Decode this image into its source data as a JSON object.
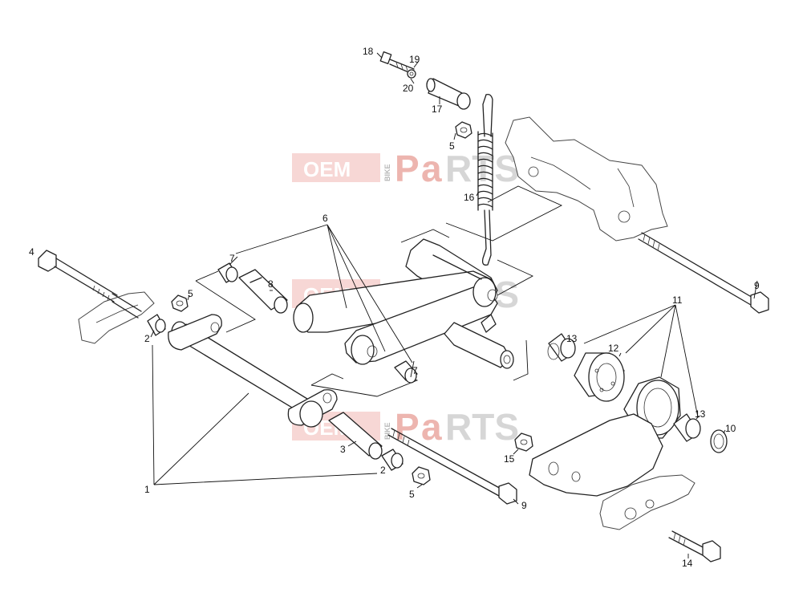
{
  "watermark": {
    "oem": "OEM",
    "bike": "BIKE",
    "p": "P",
    "a": "a",
    "rts": "RTS"
  },
  "callouts": [
    {
      "id": "c18",
      "text": "18"
    },
    {
      "id": "c19",
      "text": "19"
    },
    {
      "id": "c20",
      "text": "20"
    },
    {
      "id": "c17",
      "text": "17"
    },
    {
      "id": "c5a",
      "text": "5"
    },
    {
      "id": "c16",
      "text": "16"
    },
    {
      "id": "c6",
      "text": "6"
    },
    {
      "id": "c7a",
      "text": "7"
    },
    {
      "id": "c8",
      "text": "8"
    },
    {
      "id": "c4",
      "text": "4"
    },
    {
      "id": "c5b",
      "text": "5"
    },
    {
      "id": "c2a",
      "text": "2"
    },
    {
      "id": "c9a",
      "text": "9"
    },
    {
      "id": "c11",
      "text": "11"
    },
    {
      "id": "c13a",
      "text": "13"
    },
    {
      "id": "c12",
      "text": "12"
    },
    {
      "id": "c7b",
      "text": "7"
    },
    {
      "id": "c13b",
      "text": "13"
    },
    {
      "id": "c10",
      "text": "10"
    },
    {
      "id": "c3",
      "text": "3"
    },
    {
      "id": "c2b",
      "text": "2"
    },
    {
      "id": "c15",
      "text": "15"
    },
    {
      "id": "c1",
      "text": "1"
    },
    {
      "id": "c5c",
      "text": "5"
    },
    {
      "id": "c9b",
      "text": "9"
    },
    {
      "id": "c14",
      "text": "14"
    }
  ]
}
